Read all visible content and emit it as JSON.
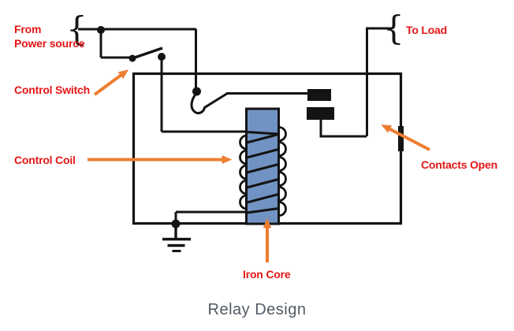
{
  "caption": "Relay Design",
  "labels": {
    "power_source_line1": "From",
    "power_source_line2": "Power source",
    "control_switch": "Control Switch",
    "control_coil": "Control Coil",
    "to_load": "To Load",
    "contacts_open": "Contacts Open",
    "iron_core": "Iron Core"
  },
  "symbols": {
    "wire_break": "{"
  },
  "colors": {
    "label_red": "#e41616",
    "arrow_orange": "#ed7d31",
    "core_blue": "#7193c3",
    "wire_black": "#141414",
    "caption_gray": "#515a64",
    "background": "#ffffff"
  }
}
